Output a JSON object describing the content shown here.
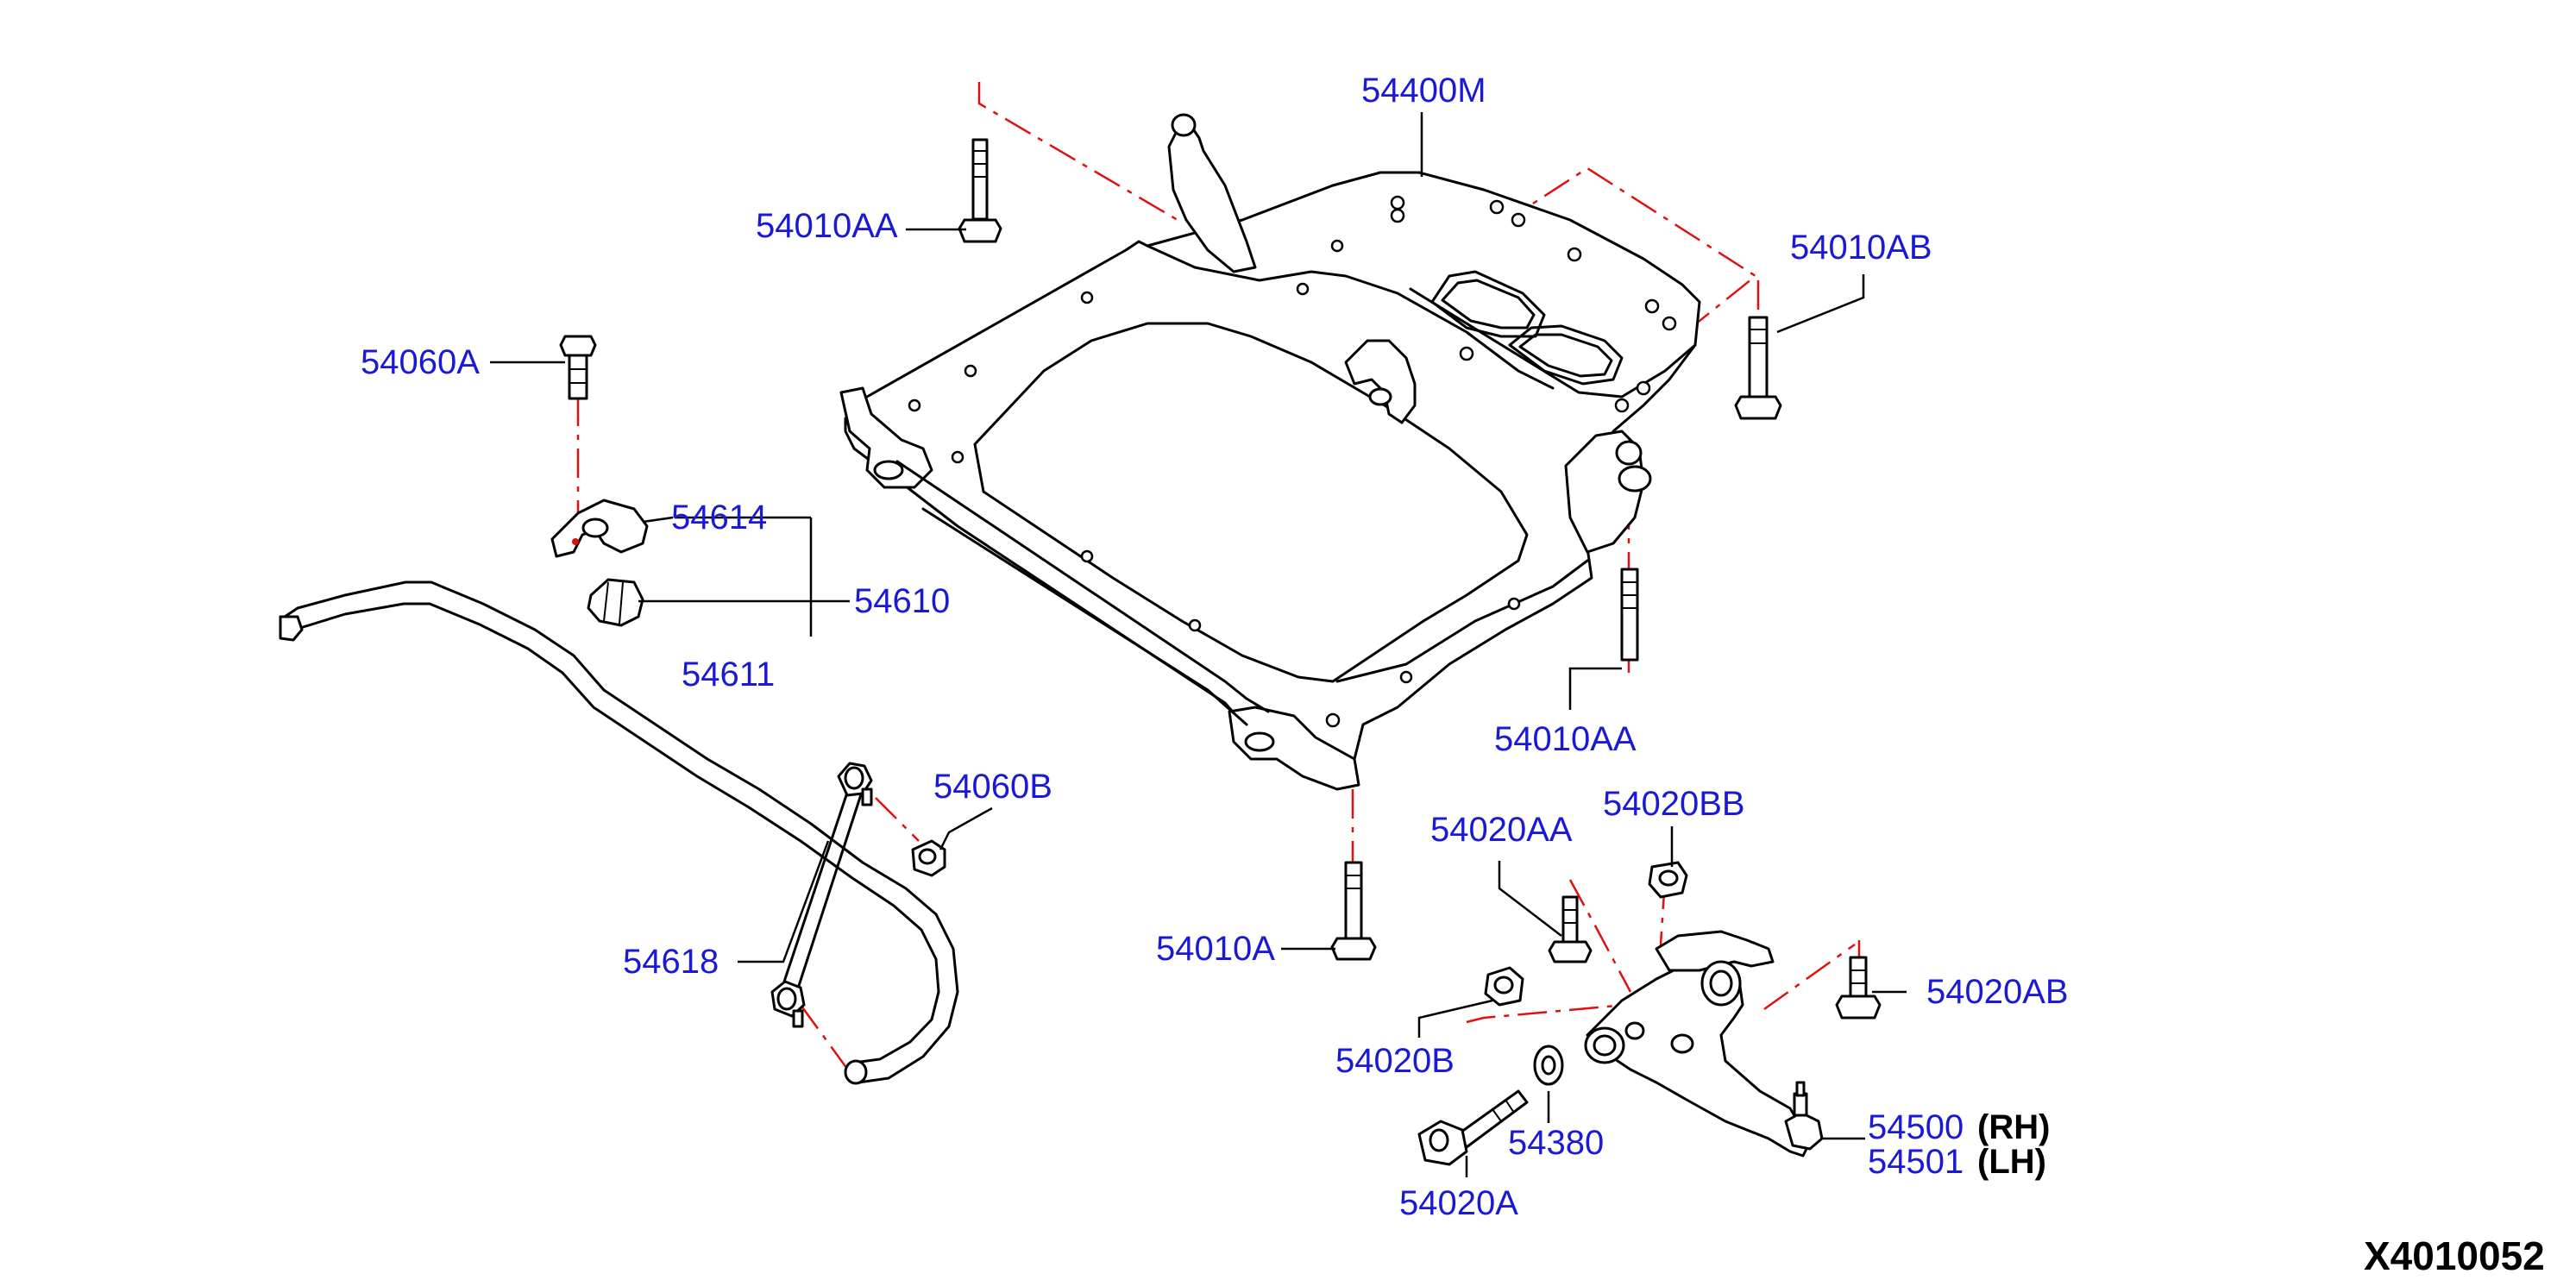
{
  "diagram": {
    "id": "X4010052",
    "colors": {
      "label": "#1a1ad6",
      "line": "#000000",
      "center_line": "#e01010"
    },
    "labels": {
      "p54400M": "54400M",
      "p54010AA_top": "54010AA",
      "p54010AB": "54010AB",
      "p54060A": "54060A",
      "p54614": "54614",
      "p54610": "54610",
      "p54611": "54611",
      "p54010AA_mid": "54010AA",
      "p54060B": "54060B",
      "p54020AA": "54020AA",
      "p54020BB": "54020BB",
      "p54010A": "54010A",
      "p54618": "54618",
      "p54020AB": "54020AB",
      "p54020B": "54020B",
      "p54380": "54380",
      "p54500": "54500",
      "p54500_side": "(RH)",
      "p54501": "54501",
      "p54501_side": "(LH)",
      "p54020A": "54020A"
    }
  }
}
